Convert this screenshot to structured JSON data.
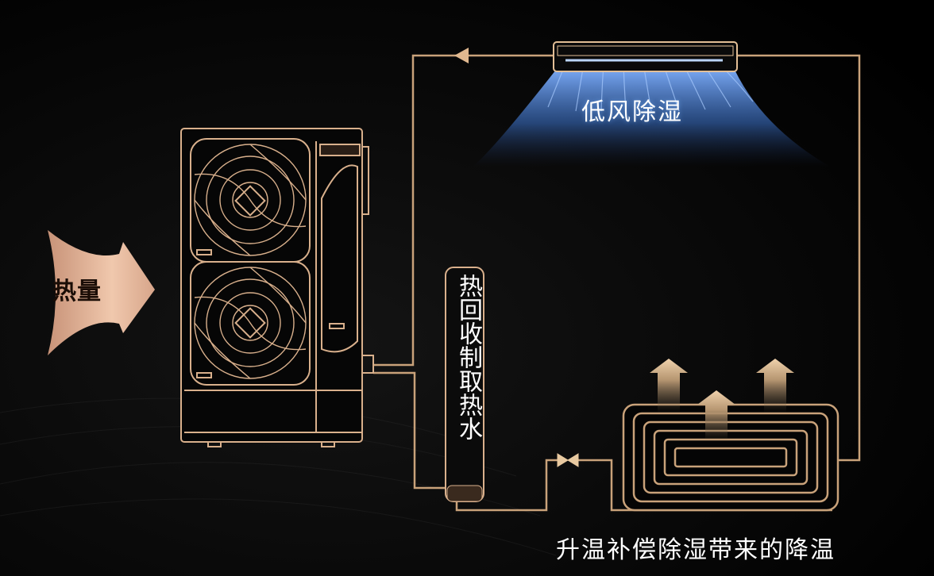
{
  "labels": {
    "heat": "热量",
    "indoor_unit_function": "低风除湿",
    "water_tank_function": "热回收制取热水",
    "floor_heating_function": "升温补偿除湿带来的降温"
  },
  "colors": {
    "background": "#000000",
    "pipe": "#c9a27a",
    "pipe_highlight": "#e8c9a0",
    "unit_outline": "#d9b08c",
    "heat_arrow": "#c9957a",
    "airflow": "#5a8fd8",
    "text": "#ffffff"
  },
  "icons": {
    "heat_arrow": "heat-arrow-icon",
    "outdoor_unit": "outdoor-unit-icon",
    "indoor_unit": "indoor-unit-icon",
    "water_tank": "water-tank-icon",
    "floor_coil": "floor-coil-icon",
    "expansion_valve": "expansion-valve-icon",
    "flow_arrow": "flow-arrow-icon"
  }
}
